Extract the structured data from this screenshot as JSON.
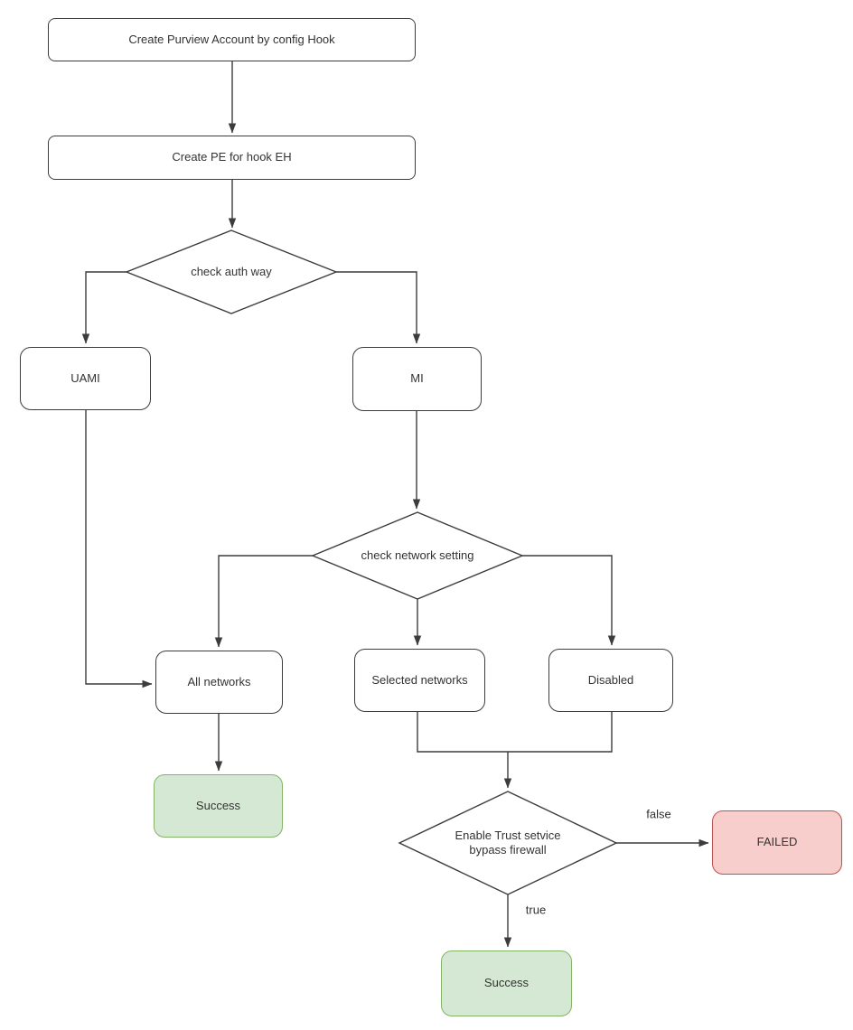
{
  "flowchart": {
    "nodes": {
      "create_purview": {
        "label": "Create Purview Account by config Hook"
      },
      "create_pe": {
        "label": "Create PE for hook EH"
      },
      "check_auth": {
        "label": "check auth way"
      },
      "uami": {
        "label": "UAMI"
      },
      "mi": {
        "label": "MI"
      },
      "check_network": {
        "label": "check network setting"
      },
      "all_networks": {
        "label": "All networks"
      },
      "selected_networks": {
        "label": "Selected networks"
      },
      "disabled": {
        "label": "Disabled"
      },
      "success_all_networks": {
        "label": "Success"
      },
      "enable_trust": {
        "label": "Enable Trust setvice bypass firewall"
      },
      "failed": {
        "label": "FAILED"
      },
      "success_trust": {
        "label": "Success"
      }
    },
    "edge_labels": {
      "false_branch": "false",
      "true_branch": "true"
    },
    "colors": {
      "node_fill": "#ffffff",
      "stroke": "#3c3c3c",
      "text": "#333333",
      "success_fill": "#d5e8d4",
      "success_border": "#82b366",
      "failed_fill": "#f8cecc",
      "failed_border": "#b85450"
    }
  }
}
